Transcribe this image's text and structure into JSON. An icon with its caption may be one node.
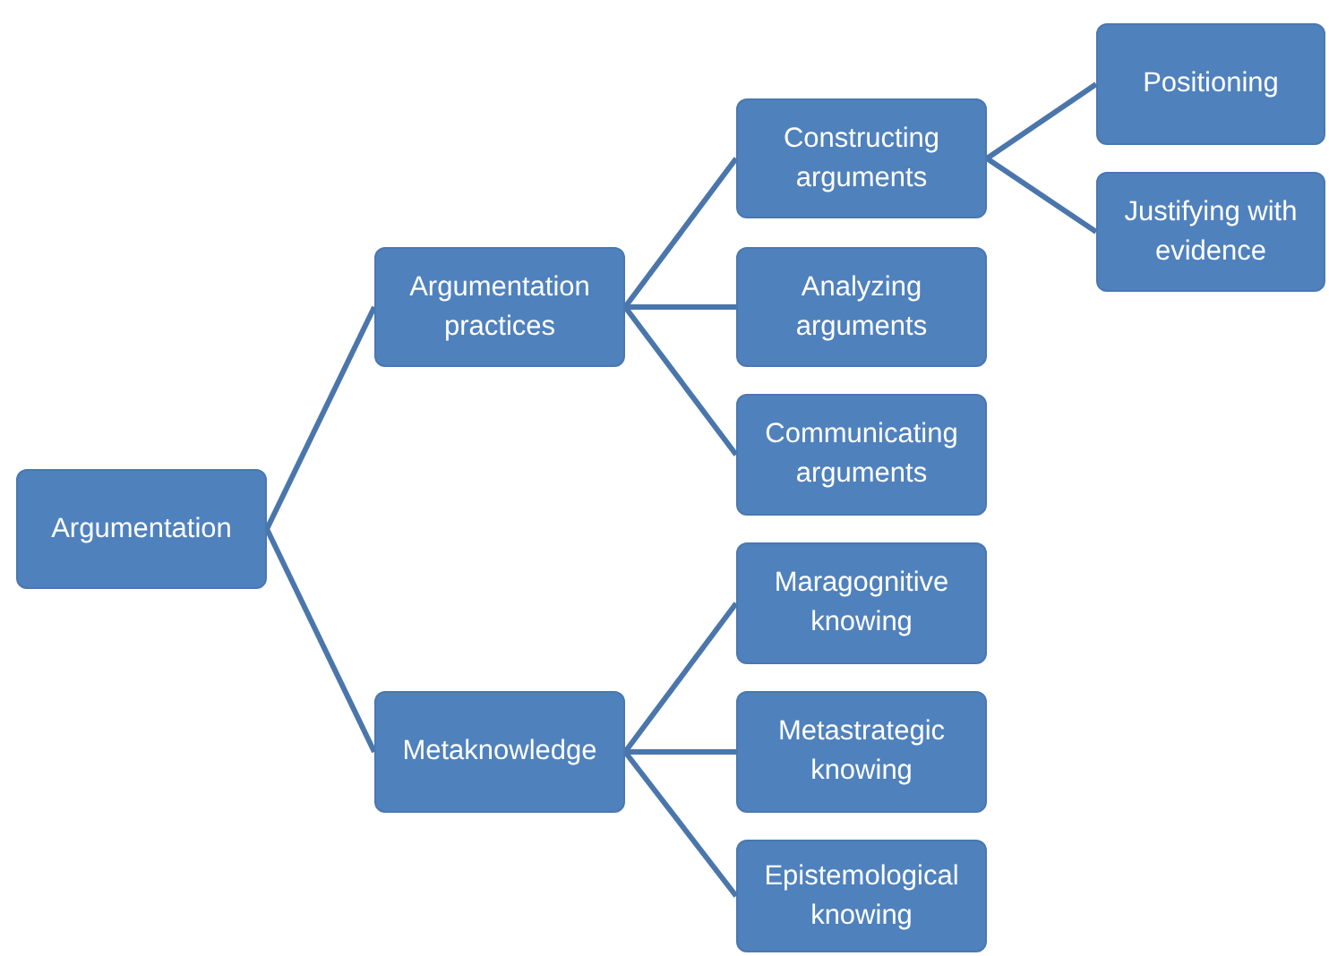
{
  "diagram": {
    "nodes": [
      {
        "text": [
          "Argumentation"
        ]
      },
      {
        "text": [
          "Argumentation practices"
        ]
      },
      {
        "text": [
          "Constructing arguments"
        ]
      },
      {
        "text": [
          "Positioning"
        ]
      },
      {
        "text": [
          "Justifying with evidence"
        ]
      },
      {
        "text": [
          "Analyzing arguments"
        ]
      },
      {
        "text": [
          "Communicating arguments"
        ]
      },
      {
        "text": [
          "Metaknowledge"
        ]
      },
      {
        "text": [
          "Maragognitive knowing"
        ]
      },
      {
        "text": [
          "Metastrategic knowing"
        ]
      },
      {
        "text": [
          "Epistemological knowing"
        ]
      }
    ],
    "edges": [
      {
        "from": 0,
        "to": 1,
        "arrow": "none"
      },
      {
        "from": 0,
        "to": 7,
        "arrow": "none"
      },
      {
        "from": 1,
        "to": 2,
        "arrow": "none"
      },
      {
        "from": 1,
        "to": 5,
        "arrow": "none"
      },
      {
        "from": 1,
        "to": 6,
        "arrow": "none"
      },
      {
        "from": 2,
        "to": 3,
        "arrow": "none"
      },
      {
        "from": 2,
        "to": 4,
        "arrow": "none"
      },
      {
        "from": 7,
        "to": 8,
        "arrow": "none"
      },
      {
        "from": 7,
        "to": 9,
        "arrow": "none"
      },
      {
        "from": 7,
        "to": 10,
        "arrow": "none"
      }
    ]
  }
}
